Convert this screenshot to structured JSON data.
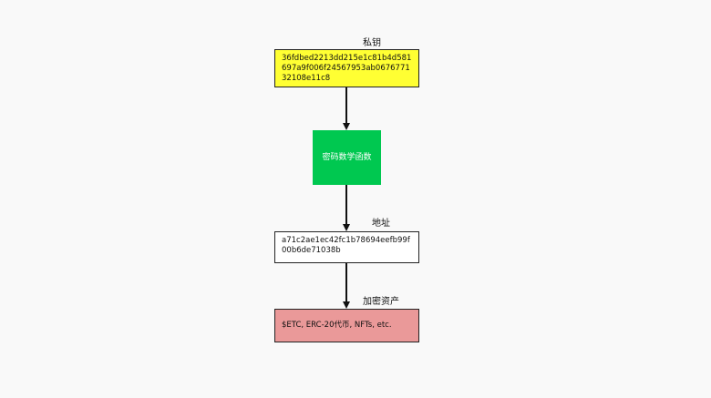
{
  "labels": {
    "private_key": "私钥",
    "address": "地址",
    "crypto_assets": "加密资产"
  },
  "nodes": {
    "private_key_value": "36fdbed2213dd215e1c81b4d581697a9f006f24567953ab067677132108e11c8",
    "crypto_function": "密码数学函数",
    "address_value": "a71c2ae1ec42fc1b78694eefb99f00b6de71038b",
    "assets_value": "$ETC, ERC-20代币, NFTs, etc."
  },
  "colors": {
    "private_key_fill": "#ffff33",
    "function_fill": "#00c850",
    "address_fill": "#ffffff",
    "assets_fill": "#ea9999",
    "arrow": "#111111"
  }
}
